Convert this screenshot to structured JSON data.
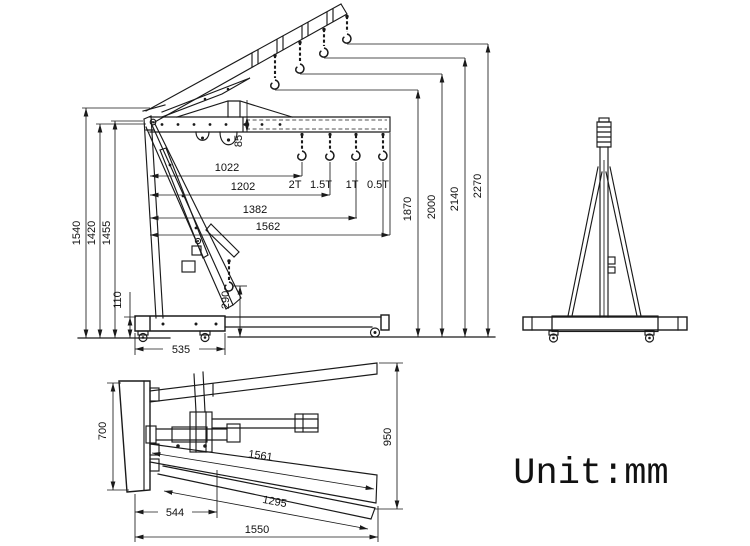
{
  "unit_label": "Unit:mm",
  "side_view": {
    "overall_heights": [
      "1540",
      "1420",
      "1455"
    ],
    "hook_heights": [
      "1870",
      "2000",
      "2140",
      "2270"
    ],
    "boom_reach": [
      "1022",
      "1202",
      "1382",
      "1562"
    ],
    "capacities": [
      "2T",
      "1.5T",
      "1T",
      "0.5T"
    ],
    "base_length": "535",
    "leg_height": "110",
    "boom_section_height": "85",
    "hook_min_height": "290"
  },
  "top_view": {
    "base_width": "700",
    "leg_front_length": "544",
    "overall_length": "1550",
    "leg_outer_length": "1561",
    "leg_inner_length": "1295",
    "leg_spread": "950"
  }
}
